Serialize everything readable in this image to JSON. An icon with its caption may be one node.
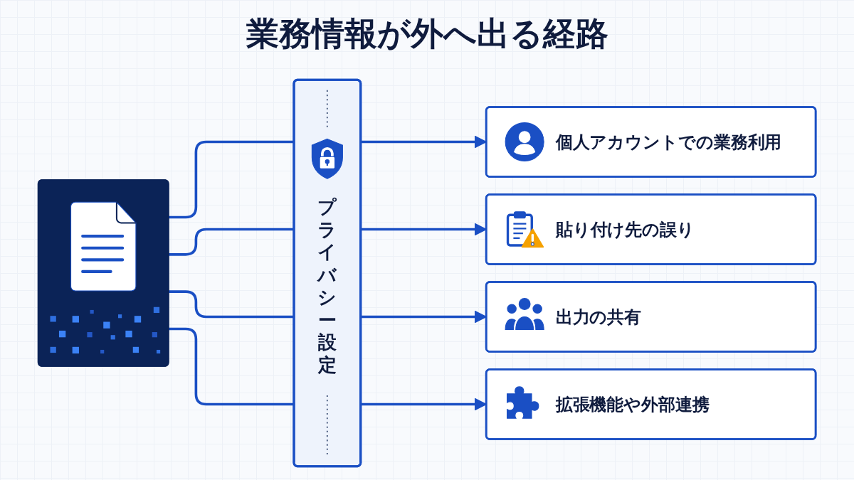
{
  "diagram": {
    "title": "業務情報が外へ出る経路",
    "nodes": [
      {
        "text": [],
        "shape": "picture"
      },
      {
        "text": [
          "プライバシー設定"
        ]
      },
      {
        "text": [
          "個人アカウントでの業務利用"
        ]
      },
      {
        "text": [
          "貼り付け先の誤り"
        ]
      },
      {
        "text": [
          "出力の共有"
        ]
      },
      {
        "text": [
          "拡張機能や外部連携"
        ]
      }
    ],
    "edges": [
      {
        "from": 0,
        "to": 1,
        "arrow": "none"
      },
      {
        "from": 0,
        "to": 1,
        "arrow": "none"
      },
      {
        "from": 0,
        "to": 1,
        "arrow": "none"
      },
      {
        "from": 0,
        "to": 1,
        "arrow": "none"
      },
      {
        "from": 1,
        "to": 2,
        "arrow": "to"
      },
      {
        "from": 1,
        "to": 3,
        "arrow": "to"
      },
      {
        "from": 1,
        "to": 4,
        "arrow": "to"
      },
      {
        "from": 1,
        "to": 5,
        "arrow": "to"
      }
    ]
  }
}
